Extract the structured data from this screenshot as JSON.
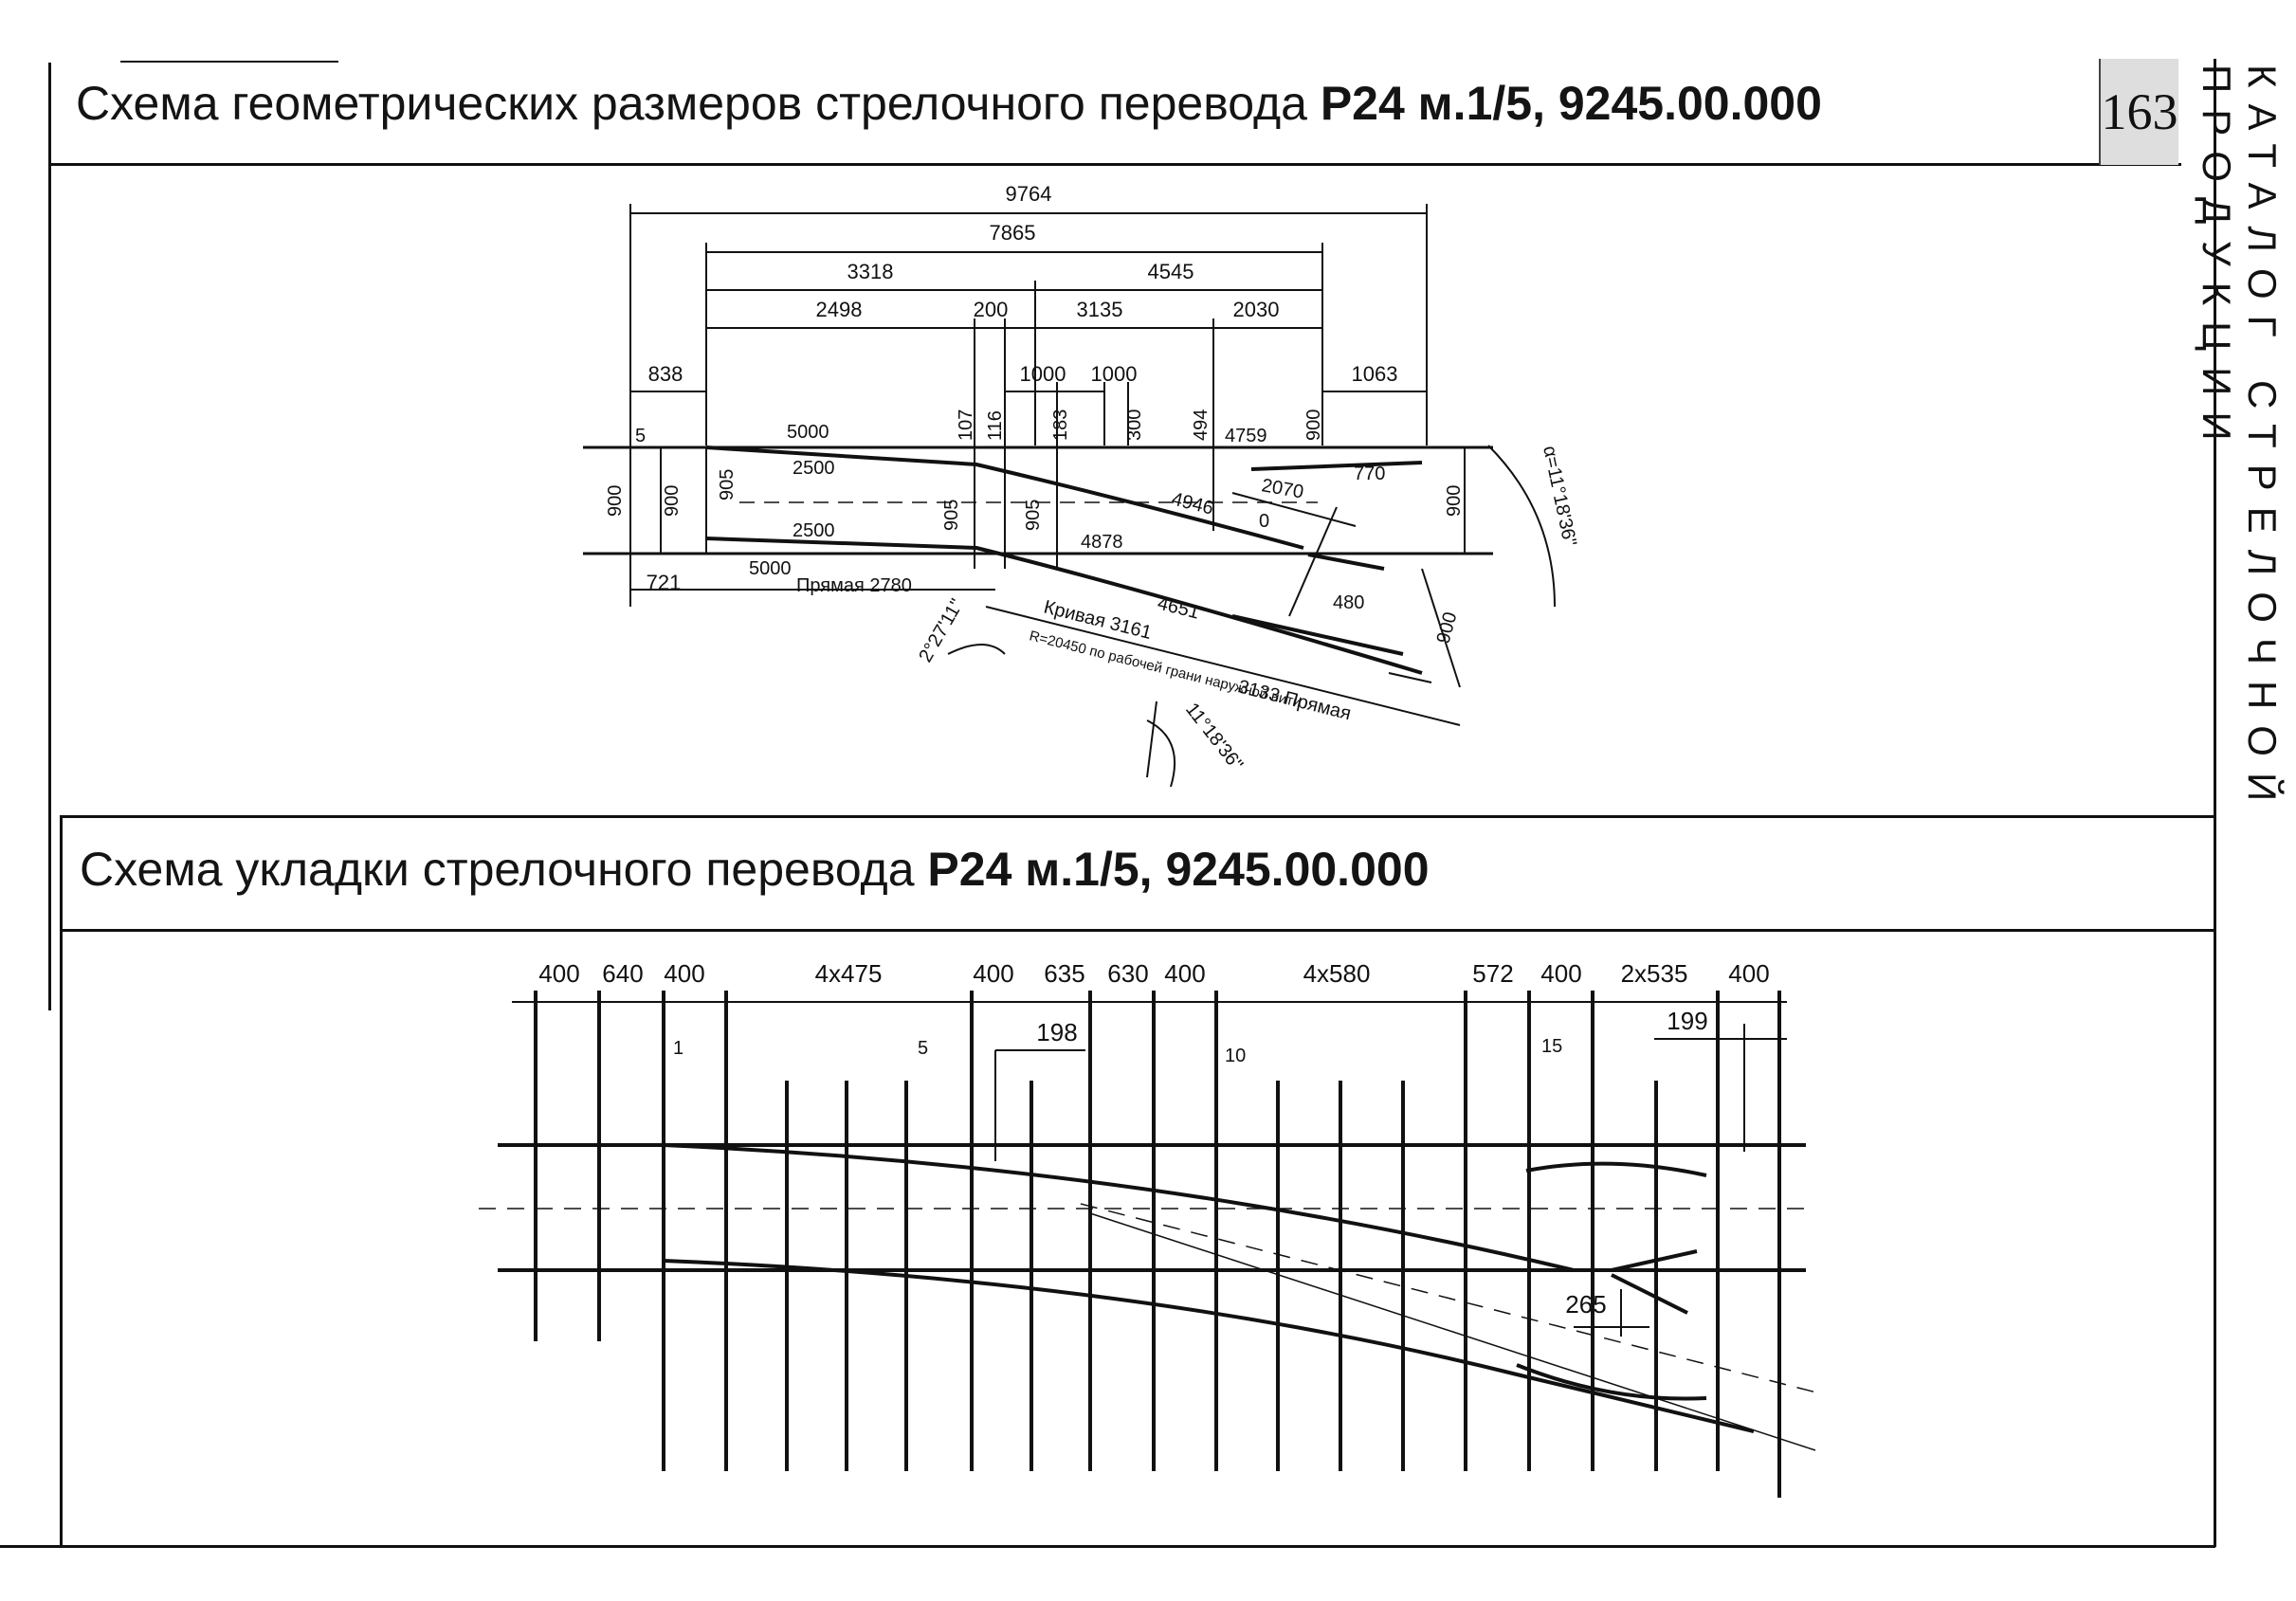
{
  "header": {
    "title_normal": "Схема геометрических размеров стрелочного перевода ",
    "title_bold": "Р24 м.1/5, 9245.00.000",
    "page_number": "163"
  },
  "side_caption": "КАТАЛОГ СТРЕЛОЧНОЙ ПРОДУКЦИИ",
  "section2": {
    "title_normal": "Схема укладки стрелочного перевода ",
    "title_bold": "Р24 м.1/5, 9245.00.000"
  },
  "geometry_scheme": {
    "top_dims": [
      "9764",
      "7865",
      "3318",
      "4545",
      "2498",
      "200",
      "3135",
      "2030",
      "838",
      "1000",
      "1000",
      "1063"
    ],
    "vertical_dims": [
      "107",
      "116",
      "183",
      "300",
      "494",
      "900"
    ],
    "rail_labels": [
      "5000",
      "2500",
      "2500",
      "5000",
      "4759",
      "4946",
      "4878",
      "4651",
      "2070",
      "770",
      "480"
    ],
    "side_dims": [
      "900",
      "900",
      "905",
      "905",
      "905",
      "900",
      "900"
    ],
    "small_marks": [
      "5",
      "0"
    ],
    "left_dim": "721",
    "straight_1": "Прямая 2780",
    "curve": "Кривая 3161",
    "radius_note": "R=20450 по рабочей грани наружной нити",
    "straight_2": "3133 Прямая",
    "angle_alpha": "α=11°18'36\"",
    "angle_small": "2°27'11\"",
    "angle_bottom": "11°18'36\""
  },
  "laying_scheme": {
    "top_dims": [
      "400",
      "640",
      "400",
      "4x475",
      "400",
      "635",
      "630",
      "400",
      "4x580",
      "572",
      "400",
      "2x535",
      "400"
    ],
    "sleeper_numbers": [
      "1",
      "5",
      "10",
      "15"
    ],
    "offsets": [
      "198",
      "199",
      "265"
    ]
  }
}
